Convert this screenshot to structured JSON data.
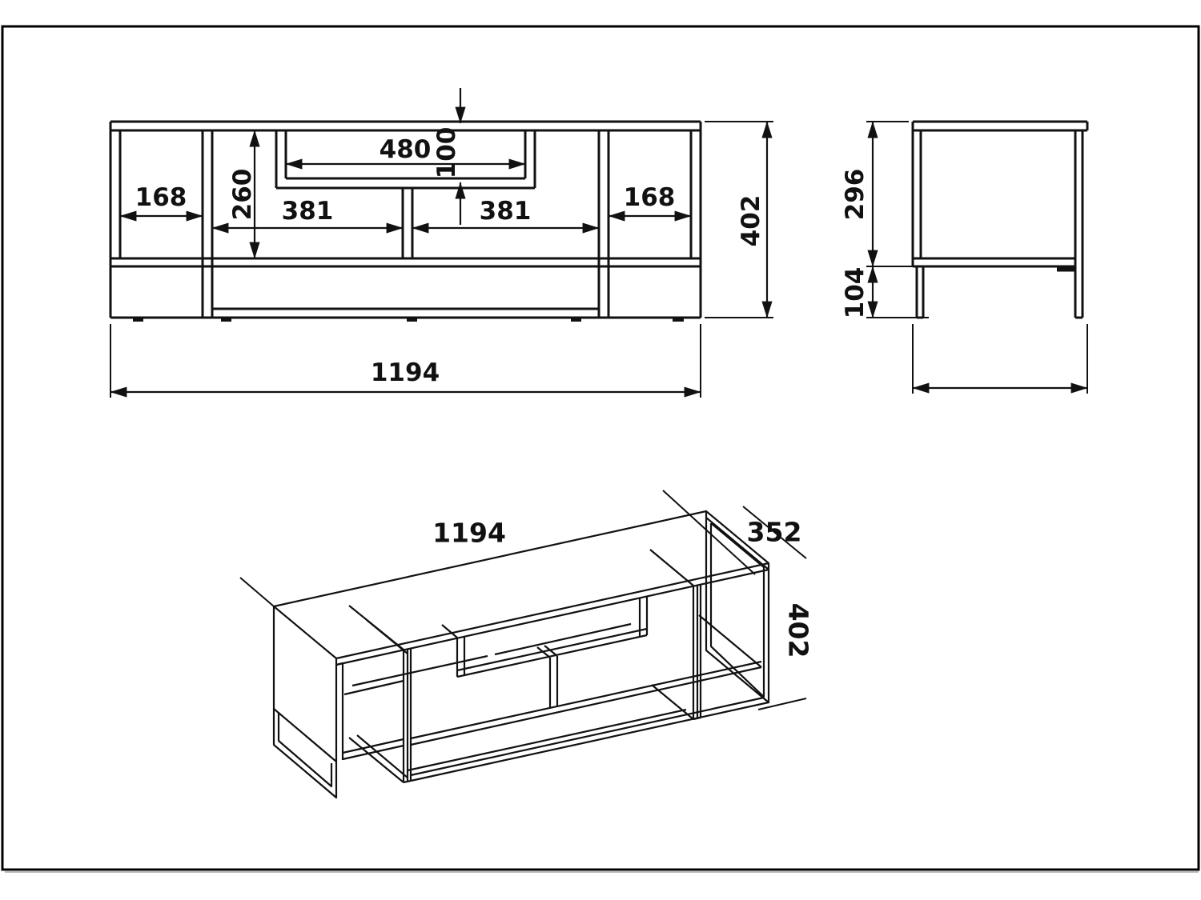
{
  "drawing": {
    "type": "furniture technical drawing (TV stand)",
    "colors": {
      "line": "#111111",
      "background": "#ffffff",
      "frame": "#000000"
    },
    "front_view": {
      "compartment_left_width": "168",
      "interior_height": "260",
      "niche_width": "480",
      "niche_height": "100",
      "bay_left_width": "381",
      "bay_right_width": "381",
      "compartment_right_width": "168",
      "overall_height": "402",
      "overall_width": "1194"
    },
    "side_view": {
      "upper_height": "296",
      "base_height": "104"
    },
    "iso_view": {
      "overall_width": "1194",
      "overall_depth": "352",
      "overall_height": "402"
    }
  }
}
